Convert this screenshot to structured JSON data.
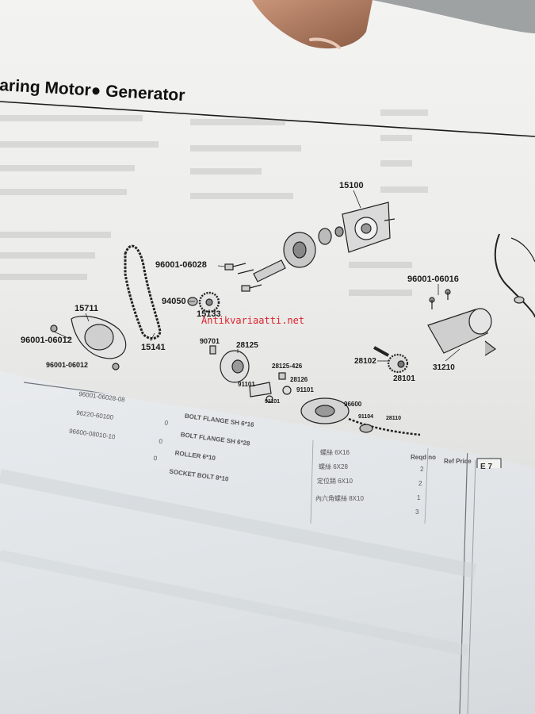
{
  "header": {
    "title": "aring Motor",
    "title_part2": "Generator"
  },
  "diagram": {
    "part_labels": [
      "15100",
      "96001-06028",
      "94050",
      "15133",
      "15711",
      "15141",
      "96001-06012",
      "96001-06012",
      "90701",
      "28125",
      "28125-426",
      "28126",
      "91101",
      "91101",
      "91101",
      "96600",
      "91104",
      "28110",
      "96001-06016",
      "28102",
      "28101",
      "31210"
    ]
  },
  "watermark": {
    "text": "Antikvariaatti.net"
  },
  "lower_sheet": {
    "part_numbers": [
      "96001-06028-08",
      "96220-60100",
      "96600-08010-10"
    ],
    "quantity_marks": [
      "0",
      "0",
      "0"
    ],
    "descriptions": [
      "BOLT FLANGE SH 6*16",
      "BOLT FLANGE SH 6*28",
      "ROLLER 6*10",
      "SOCKET BOLT 8*10"
    ],
    "local_names": [
      "螺絲 6X16",
      "螺絲 6X28",
      "定位銷 6X10",
      "內六角螺絲 8X10"
    ],
    "column_headers": {
      "reqd": "Reqd no",
      "price": "Ref Price"
    },
    "quantities": [
      "2",
      "2",
      "1",
      "3"
    ],
    "page_ref": "E 7"
  }
}
